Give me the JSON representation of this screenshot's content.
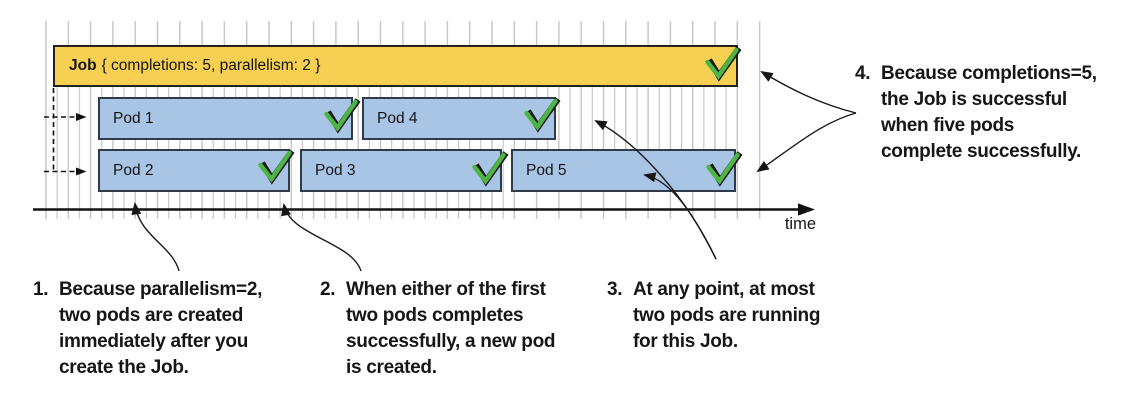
{
  "job": {
    "name": "Job",
    "spec": "{ completions: 5, parallelism: 2 }",
    "completed": true
  },
  "pods": [
    {
      "label": "Pod 1",
      "completed": true
    },
    {
      "label": "Pod 2",
      "completed": true
    },
    {
      "label": "Pod 3",
      "completed": true
    },
    {
      "label": "Pod 4",
      "completed": true
    },
    {
      "label": "Pod 5",
      "completed": true
    }
  ],
  "axis": {
    "label": "time"
  },
  "icons": {
    "checkmark": "✓"
  },
  "annotations": [
    {
      "num": "1.",
      "lines": [
        "Because parallelism=2,",
        "two pods are created",
        "immediately after you",
        "create the Job."
      ]
    },
    {
      "num": "2.",
      "lines": [
        "When either of the first",
        "two pods completes",
        "successfully, a new pod",
        "is created."
      ]
    },
    {
      "num": "3.",
      "lines": [
        "At any point, at most",
        "two pods are running",
        "for this Job."
      ]
    },
    {
      "num": "4.",
      "lines": [
        "Because completions=5,",
        "the Job is successful",
        "when five pods",
        "complete successfully."
      ]
    }
  ],
  "colors": {
    "job_fill": "#f7cf52",
    "job_border": "#222222",
    "pod_fill": "#a9c5e5",
    "pod_border": "#2f3b49",
    "check_green": "#4cb543",
    "check_outline": "#181818",
    "gridline": "#c9c9c9",
    "ink": "#161616"
  }
}
